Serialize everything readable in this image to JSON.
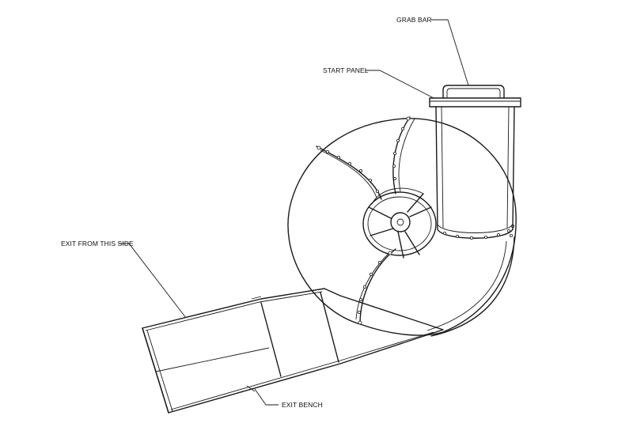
{
  "diagram": {
    "callouts": [
      {
        "id": "grab_bar",
        "text": "GRAB BAR"
      },
      {
        "id": "start_panel",
        "text": "START PANEL"
      },
      {
        "id": "exit_side",
        "text": "EXIT FROM THIS SIDE"
      },
      {
        "id": "exit_bench",
        "text": "EXIT BENCH"
      }
    ]
  }
}
